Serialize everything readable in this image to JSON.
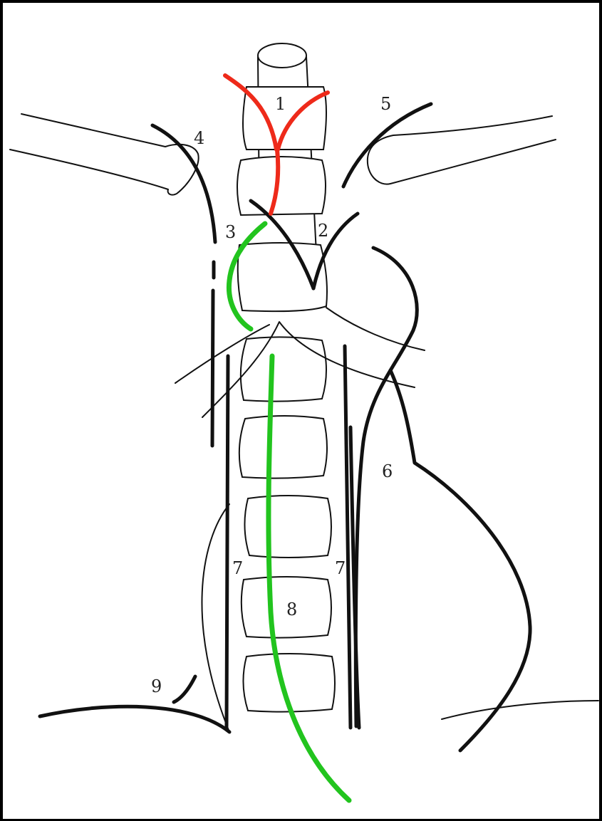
{
  "colors": {
    "background": "#ffffff",
    "frame": "#000000",
    "ink": "#111111",
    "red_path": "#ee2a1a",
    "green_path": "#22c41e"
  },
  "labels": {
    "l1": "1",
    "l2": "2",
    "l3": "3",
    "l4": "4",
    "l5": "5",
    "l6": "6",
    "l7_left": "7",
    "l7_right": "7",
    "l8": "8",
    "l9": "9"
  }
}
